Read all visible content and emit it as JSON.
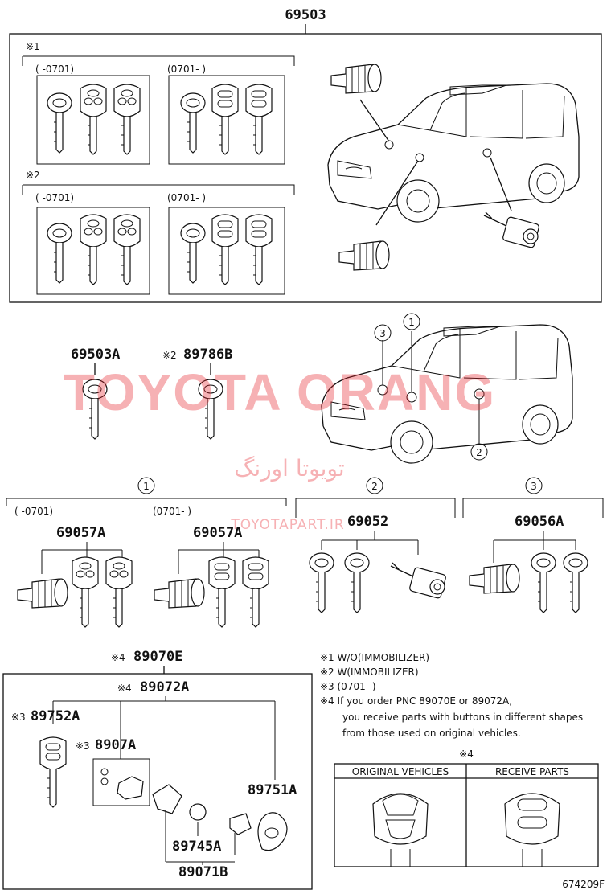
{
  "part_numbers": {
    "kit": "69503",
    "key_plate_a": "69503A",
    "key_b": "89786B",
    "set_1": "69057A",
    "set_2": "69052",
    "set_3": "69056A",
    "kit_e": "89070E",
    "kit_a": "89072A",
    "key_blank": "89752A",
    "board": "8907A",
    "cover": "89751A",
    "battery_cap": "89745A",
    "case_set": "89071B"
  },
  "notes": {
    "mark1": "※1",
    "mark2": "※2",
    "mark3": "※3",
    "mark4": "※4",
    "range_to": "(      -0701)",
    "range_from": "(0701-      )",
    "range_from_short": "(0701-      )",
    "n1": "※1 W/O(IMMOBILIZER)",
    "n2": "※2 W(IMMOBILIZER)",
    "n3": "※3 (0701-        )",
    "n4a": "※4 If you order PNC 89070E or 89072A,",
    "n4b": "you receive parts with buttons in different shapes",
    "n4c": "from those used on original vehicles."
  },
  "callouts": {
    "c1": "1",
    "c2": "2",
    "c3": "3"
  },
  "table": {
    "mark": "※4",
    "col1": "ORIGINAL VEHICLES",
    "col2": "RECEIVE PARTS"
  },
  "watermark": {
    "main": "TOYOTA ORANG",
    "persian": "تویوتا اورنگ",
    "site": "TOYOTAPART.IR"
  },
  "figure_id": "674209F"
}
